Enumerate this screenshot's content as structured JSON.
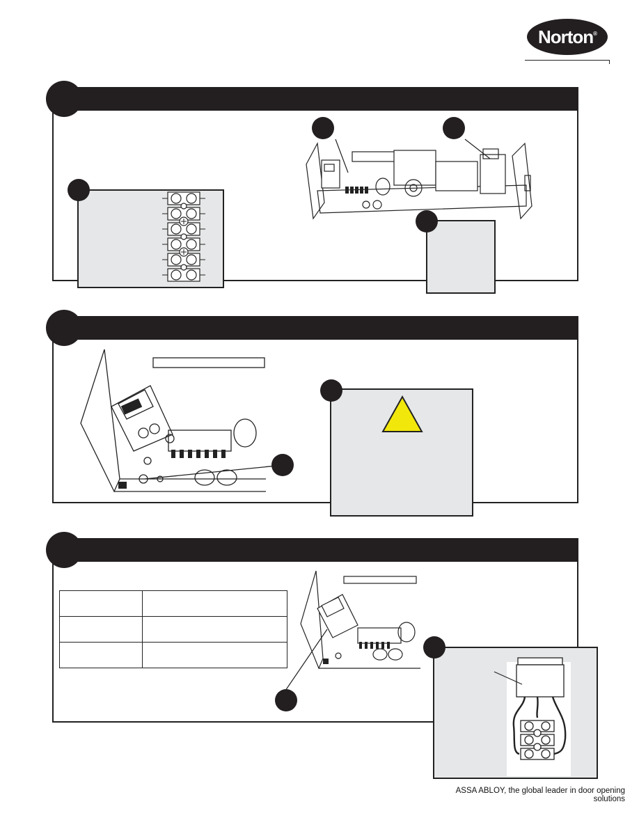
{
  "brand": {
    "name": "Norton",
    "registered": "®"
  },
  "footer": {
    "tagline": "ASSA ABLOY, the global leader in door opening solutions"
  },
  "icons": {
    "warning": "warning-triangle-icon",
    "warning_color": "#f2e70b"
  },
  "colors": {
    "bar": "#231f20",
    "panel": "#e6e7e8"
  },
  "steps": [
    {
      "callouts": 4
    },
    {
      "callouts": 2
    },
    {
      "callouts": 2
    }
  ],
  "spec_table": {
    "rows": 3,
    "cols": 2
  }
}
